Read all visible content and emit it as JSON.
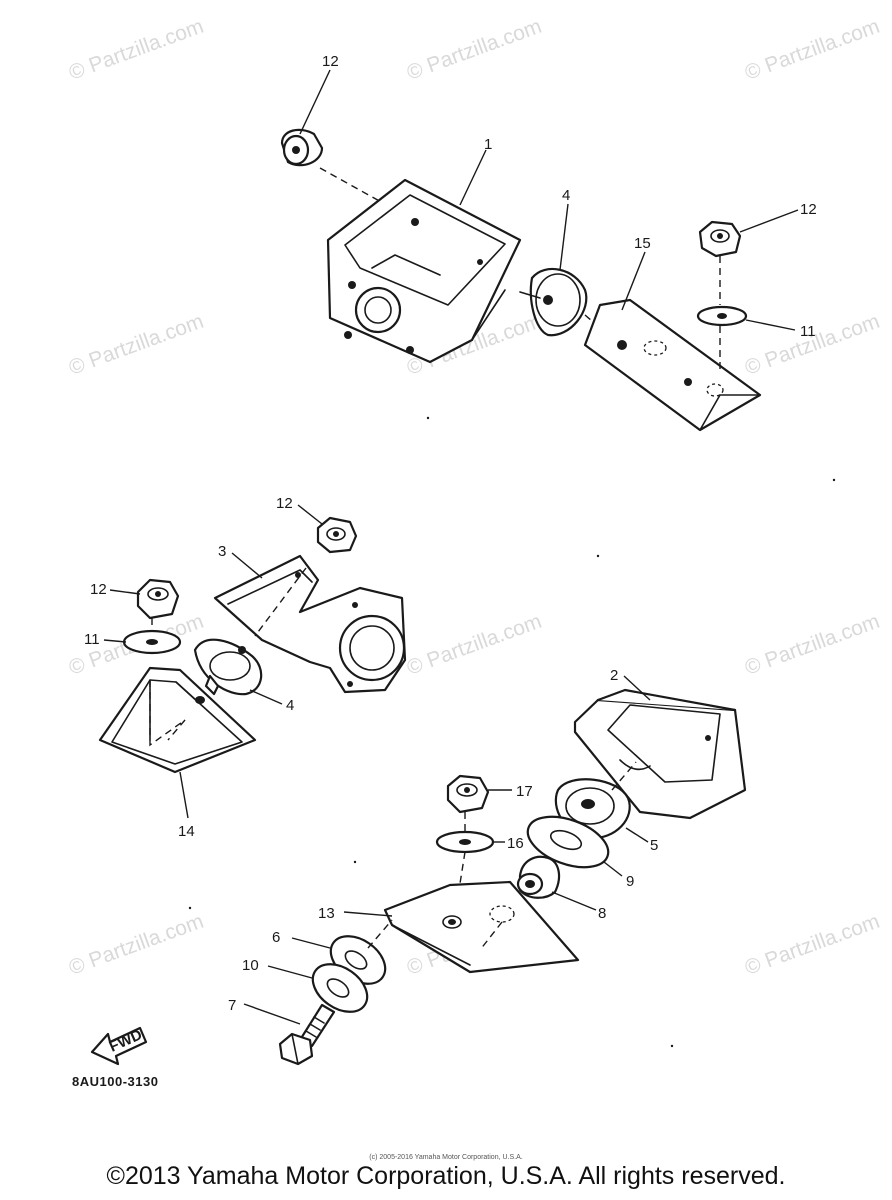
{
  "watermark": {
    "text": "© Partzilla.com"
  },
  "fwd_label": "FWD",
  "ref_code": "8AU100-3130",
  "small_copyright": "(c) 2005-2016 Yamaha Motor Corporation, U.S.A.",
  "main_copyright": "©2013 Yamaha Motor Corporation, U.S.A. All rights reserved.",
  "callouts": [
    {
      "id": "c12a",
      "label": "12"
    },
    {
      "id": "c1",
      "label": "1"
    },
    {
      "id": "c4a",
      "label": "4"
    },
    {
      "id": "c15",
      "label": "15"
    },
    {
      "id": "c12b",
      "label": "12"
    },
    {
      "id": "c11a",
      "label": "11"
    },
    {
      "id": "c12c",
      "label": "12"
    },
    {
      "id": "c3",
      "label": "3"
    },
    {
      "id": "c12d",
      "label": "12"
    },
    {
      "id": "c11b",
      "label": "11"
    },
    {
      "id": "c4b",
      "label": "4"
    },
    {
      "id": "c14",
      "label": "14"
    },
    {
      "id": "c2",
      "label": "2"
    },
    {
      "id": "c17",
      "label": "17"
    },
    {
      "id": "c5",
      "label": "5"
    },
    {
      "id": "c16",
      "label": "16"
    },
    {
      "id": "c9",
      "label": "9"
    },
    {
      "id": "c8",
      "label": "8"
    },
    {
      "id": "c13",
      "label": "13"
    },
    {
      "id": "c6",
      "label": "6"
    },
    {
      "id": "c10",
      "label": "10"
    },
    {
      "id": "c7",
      "label": "7"
    }
  ]
}
